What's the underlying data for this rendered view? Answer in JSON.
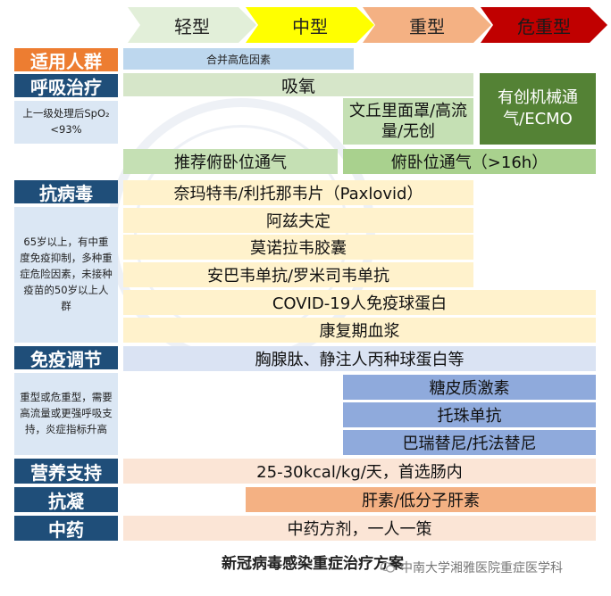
{
  "header": {
    "stages": [
      "轻型",
      "中型",
      "重型",
      "危重型"
    ],
    "colors": [
      "#e2efd9",
      "#ffff00",
      "#f4b183",
      "#c00000"
    ]
  },
  "rows": {
    "applicable": {
      "label": "适用人群",
      "bar": "合并高危因素"
    },
    "respiratory": {
      "label": "呼吸治疗",
      "oxygen": "吸氧",
      "venturi": "文丘里面罩/高流量/无创",
      "ecmo": "有创机械通气/ECMO",
      "prone_rec": "推荐俯卧位通气",
      "prone_long": "俯卧位通气（>16h）",
      "note": "上一级处理后SpO₂ <93%"
    },
    "antiviral": {
      "label": "抗病毒",
      "drugs": [
        "奈玛特韦/利托那韦片（Paxlovid）",
        "阿兹夫定",
        "莫诺拉韦胶囊",
        "安巴韦单抗/罗米司韦单抗",
        "COVID-19人免疫球蛋白",
        "康复期血浆"
      ],
      "note": "65岁以上，有中重度免疫抑制，多种重症危险因素，未接种疫苗的50岁以上人群"
    },
    "immune": {
      "label": "免疫调节",
      "wide": "胸腺肽、静注人丙种球蛋白等",
      "drugs": [
        "糖皮质激素",
        "托珠单抗",
        "巴瑞替尼/托法替尼"
      ],
      "note": "重型或危重型，需要高流量或更强呼吸支持，炎症指标升高"
    },
    "nutrition": {
      "label": "营养支持",
      "bar": "25-30kcal/kg/天，首选肠内"
    },
    "anticoag": {
      "label": "抗凝",
      "bar": "肝素/低分子肝素"
    },
    "tcm": {
      "label": "中药",
      "bar": "中药方剂，一人一策"
    }
  },
  "caption": "新冠病毒感染重症治疗方案",
  "source": "中南大学湘雅医院重症医学科"
}
